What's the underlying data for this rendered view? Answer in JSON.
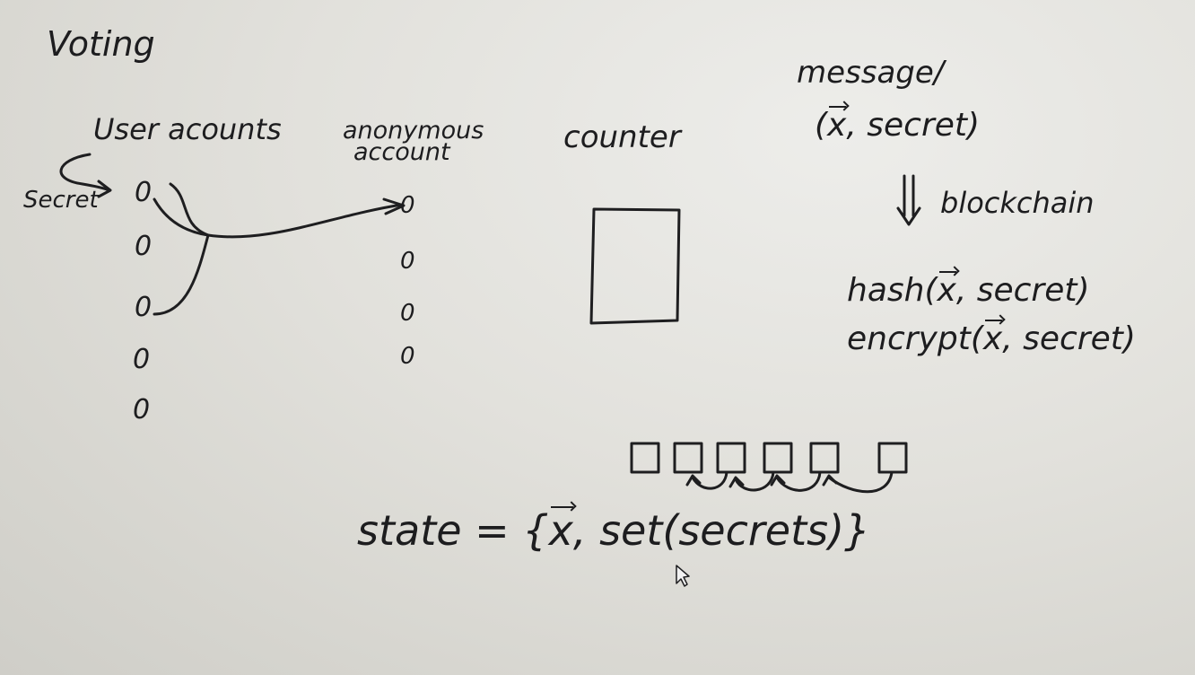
{
  "title": "Voting",
  "labels": {
    "user_accounts": "User acounts",
    "anonymous_line1": "anonymous",
    "anonymous_line2": "account",
    "counter": "counter",
    "secret": "Secret",
    "message": "message/",
    "message_tuple_open": "(",
    "message_tuple_var": "x",
    "message_tuple_rest": ", secret)",
    "blockchain": "blockchain",
    "hash_fn": "hash(",
    "hash_var": "x",
    "hash_rest": ", secret)",
    "encrypt_fn": "encrypt(",
    "encrypt_var": "x",
    "encrypt_rest": ", secret)",
    "state_prefix": "state = {",
    "state_var": "x",
    "state_rest": ", set(secrets)}"
  },
  "user_account_nodes": [
    "0",
    "0",
    "0",
    "0",
    "0"
  ],
  "anonymous_account_nodes": [
    "0",
    "0",
    "0",
    "0"
  ],
  "blockchain_blocks": 6,
  "icons": [
    "curved-arrow-icon",
    "down-double-arrow-icon",
    "mouse-cursor-icon"
  ]
}
